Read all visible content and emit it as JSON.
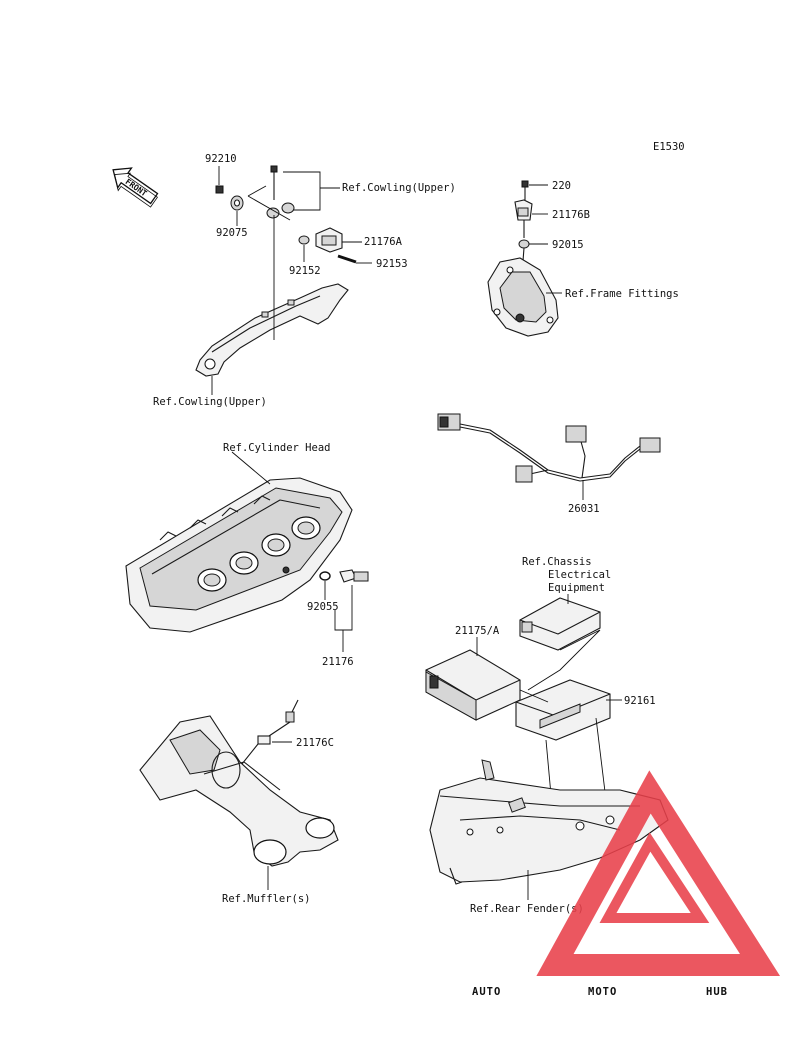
{
  "diagram_code": "E1530",
  "front_label": "FRONT",
  "colors": {
    "watermark_red": "#e8404a",
    "watermark_orange": "#f5a623",
    "watermark_grey": "#555555"
  },
  "watermark": {
    "part1": "AUTO",
    "part2": "MOTO",
    "part3": "HUB"
  },
  "labels": {
    "p92210": "92210",
    "p92075": "92075",
    "p92152": "92152",
    "p92153": "92153",
    "p21176A": "21176A",
    "ref_cowling_upper_1": "Ref.Cowling(Upper)",
    "ref_cowling_upper_2": "Ref.Cowling(Upper)",
    "p220": "220",
    "p21176B": "21176B",
    "p92015": "92015",
    "ref_frame_fittings": "Ref.Frame Fittings",
    "ref_cylinder_head": "Ref.Cylinder Head",
    "p26031": "26031",
    "p92055": "92055",
    "p21176": "21176",
    "ref_chassis_1": "Ref.Chassis",
    "ref_chassis_2": "Electrical",
    "ref_chassis_3": "Equipment",
    "p21175A": "21175/A",
    "p92161": "92161",
    "p21176C": "21176C",
    "ref_mufflers": "Ref.Muffler(s)",
    "ref_rear_fenders": "Ref.Rear Fender(s)"
  }
}
